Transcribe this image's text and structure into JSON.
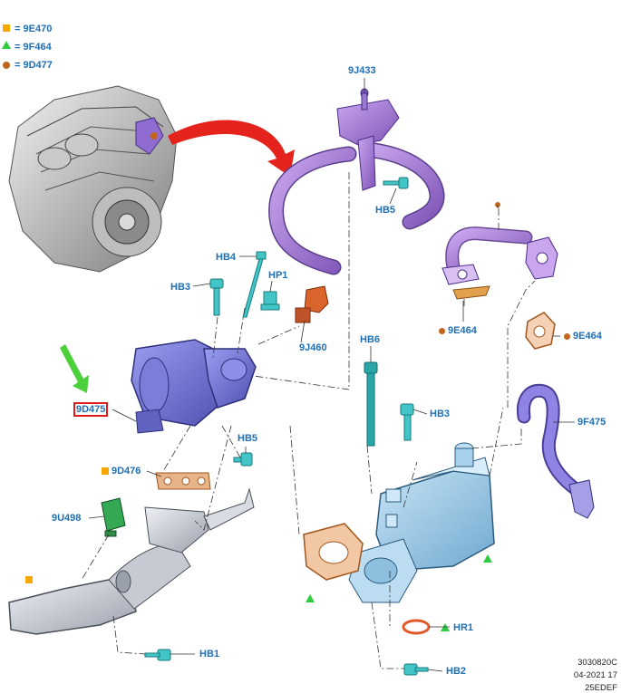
{
  "legend": [
    {
      "marker": "square",
      "color": "#f7a800",
      "equals": "=",
      "code": "9E470"
    },
    {
      "marker": "triangle",
      "color": "#2ecc40",
      "equals": "=",
      "code": "9F464"
    },
    {
      "marker": "circle",
      "color": "#c0651b",
      "equals": "=",
      "code": "9D477"
    }
  ],
  "labels": {
    "9J433": "9J433",
    "HB5_top": "HB5",
    "HB4": "HB4",
    "HP1": "HP1",
    "HB3_left": "HB3",
    "9J460": "9J460",
    "9E464_left": "9E464",
    "9E464_right": "9E464",
    "HB6": "HB6",
    "HB3_right": "HB3",
    "9D475": "9D475",
    "9F475": "9F475",
    "HB5_mid": "HB5",
    "9D476": "9D476",
    "9U498": "9U498",
    "HR1": "HR1",
    "HB1": "HB1",
    "HB2": "HB2"
  },
  "footer": {
    "line1": "3030820C",
    "line2": "04-2021 17",
    "line3": "25EDEF"
  },
  "colors": {
    "label_blue": "#1f6fb5",
    "highlight_red": "#e01b1b",
    "marker_orange_square": "#f7a800",
    "marker_green_triangle": "#2ecc40",
    "marker_brown_circle": "#c0651b",
    "arrow_green": "#4cd13a",
    "arrow_red": "#e5231d"
  }
}
